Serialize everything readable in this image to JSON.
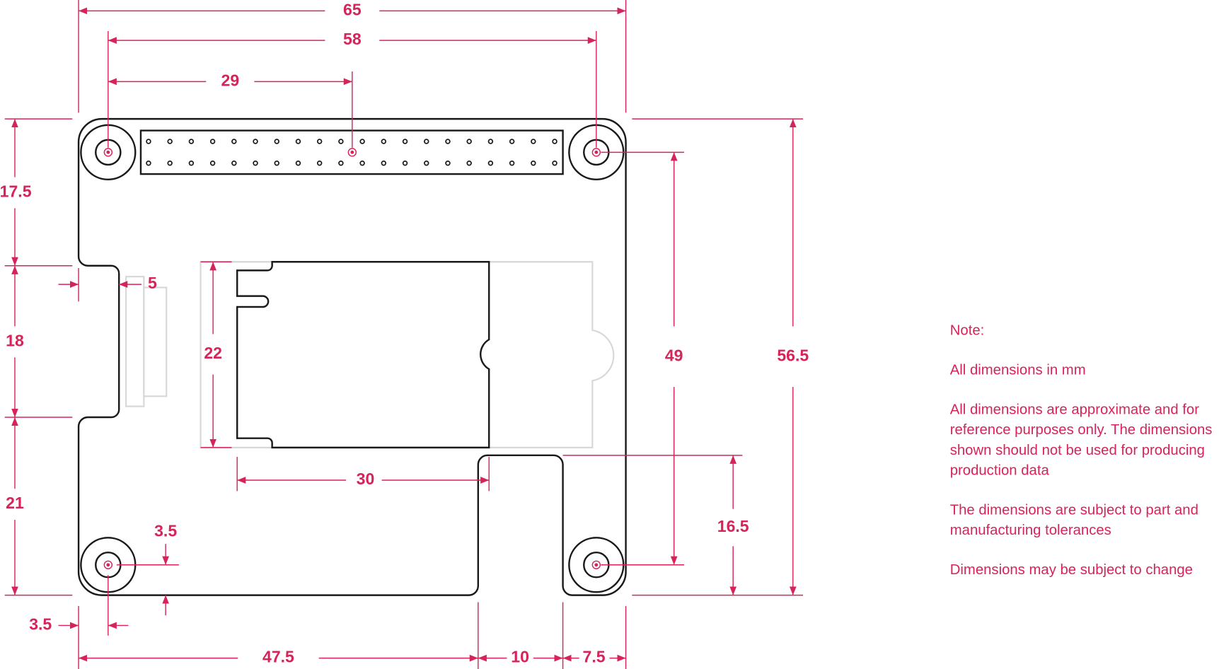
{
  "dimensions": {
    "overall_width": "65",
    "hole_spacing_x": "58",
    "header_center_x": "29",
    "top_to_notch": "17.5",
    "notch_height": "18",
    "notch_to_bottom": "21",
    "notch_depth": "5",
    "m2_width": "22",
    "m2_length": "30",
    "hole_offset_y": "3.5",
    "hole_offset_x": "3.5",
    "bottom_left_span": "47.5",
    "cutout_width": "10",
    "bottom_right_span": "7.5",
    "hole_spacing_y": "49",
    "overall_height": "56.5",
    "cutout_height": "16.5"
  },
  "notes": {
    "title": "Note:",
    "units": "All dimensions in mm",
    "approx": [
      "All dimensions are approximate and for",
      "reference purposes only. The dimensions",
      "shown should not be used for producing",
      "production data"
    ],
    "tolerance": [
      "The dimensions are subject to part and",
      "manufacturing tolerances"
    ],
    "change": "Dimensions may be subject to change"
  },
  "colors": {
    "dimension": "#d6245a",
    "outline": "#1a1a1a",
    "ghost": "#d8d8d8"
  }
}
